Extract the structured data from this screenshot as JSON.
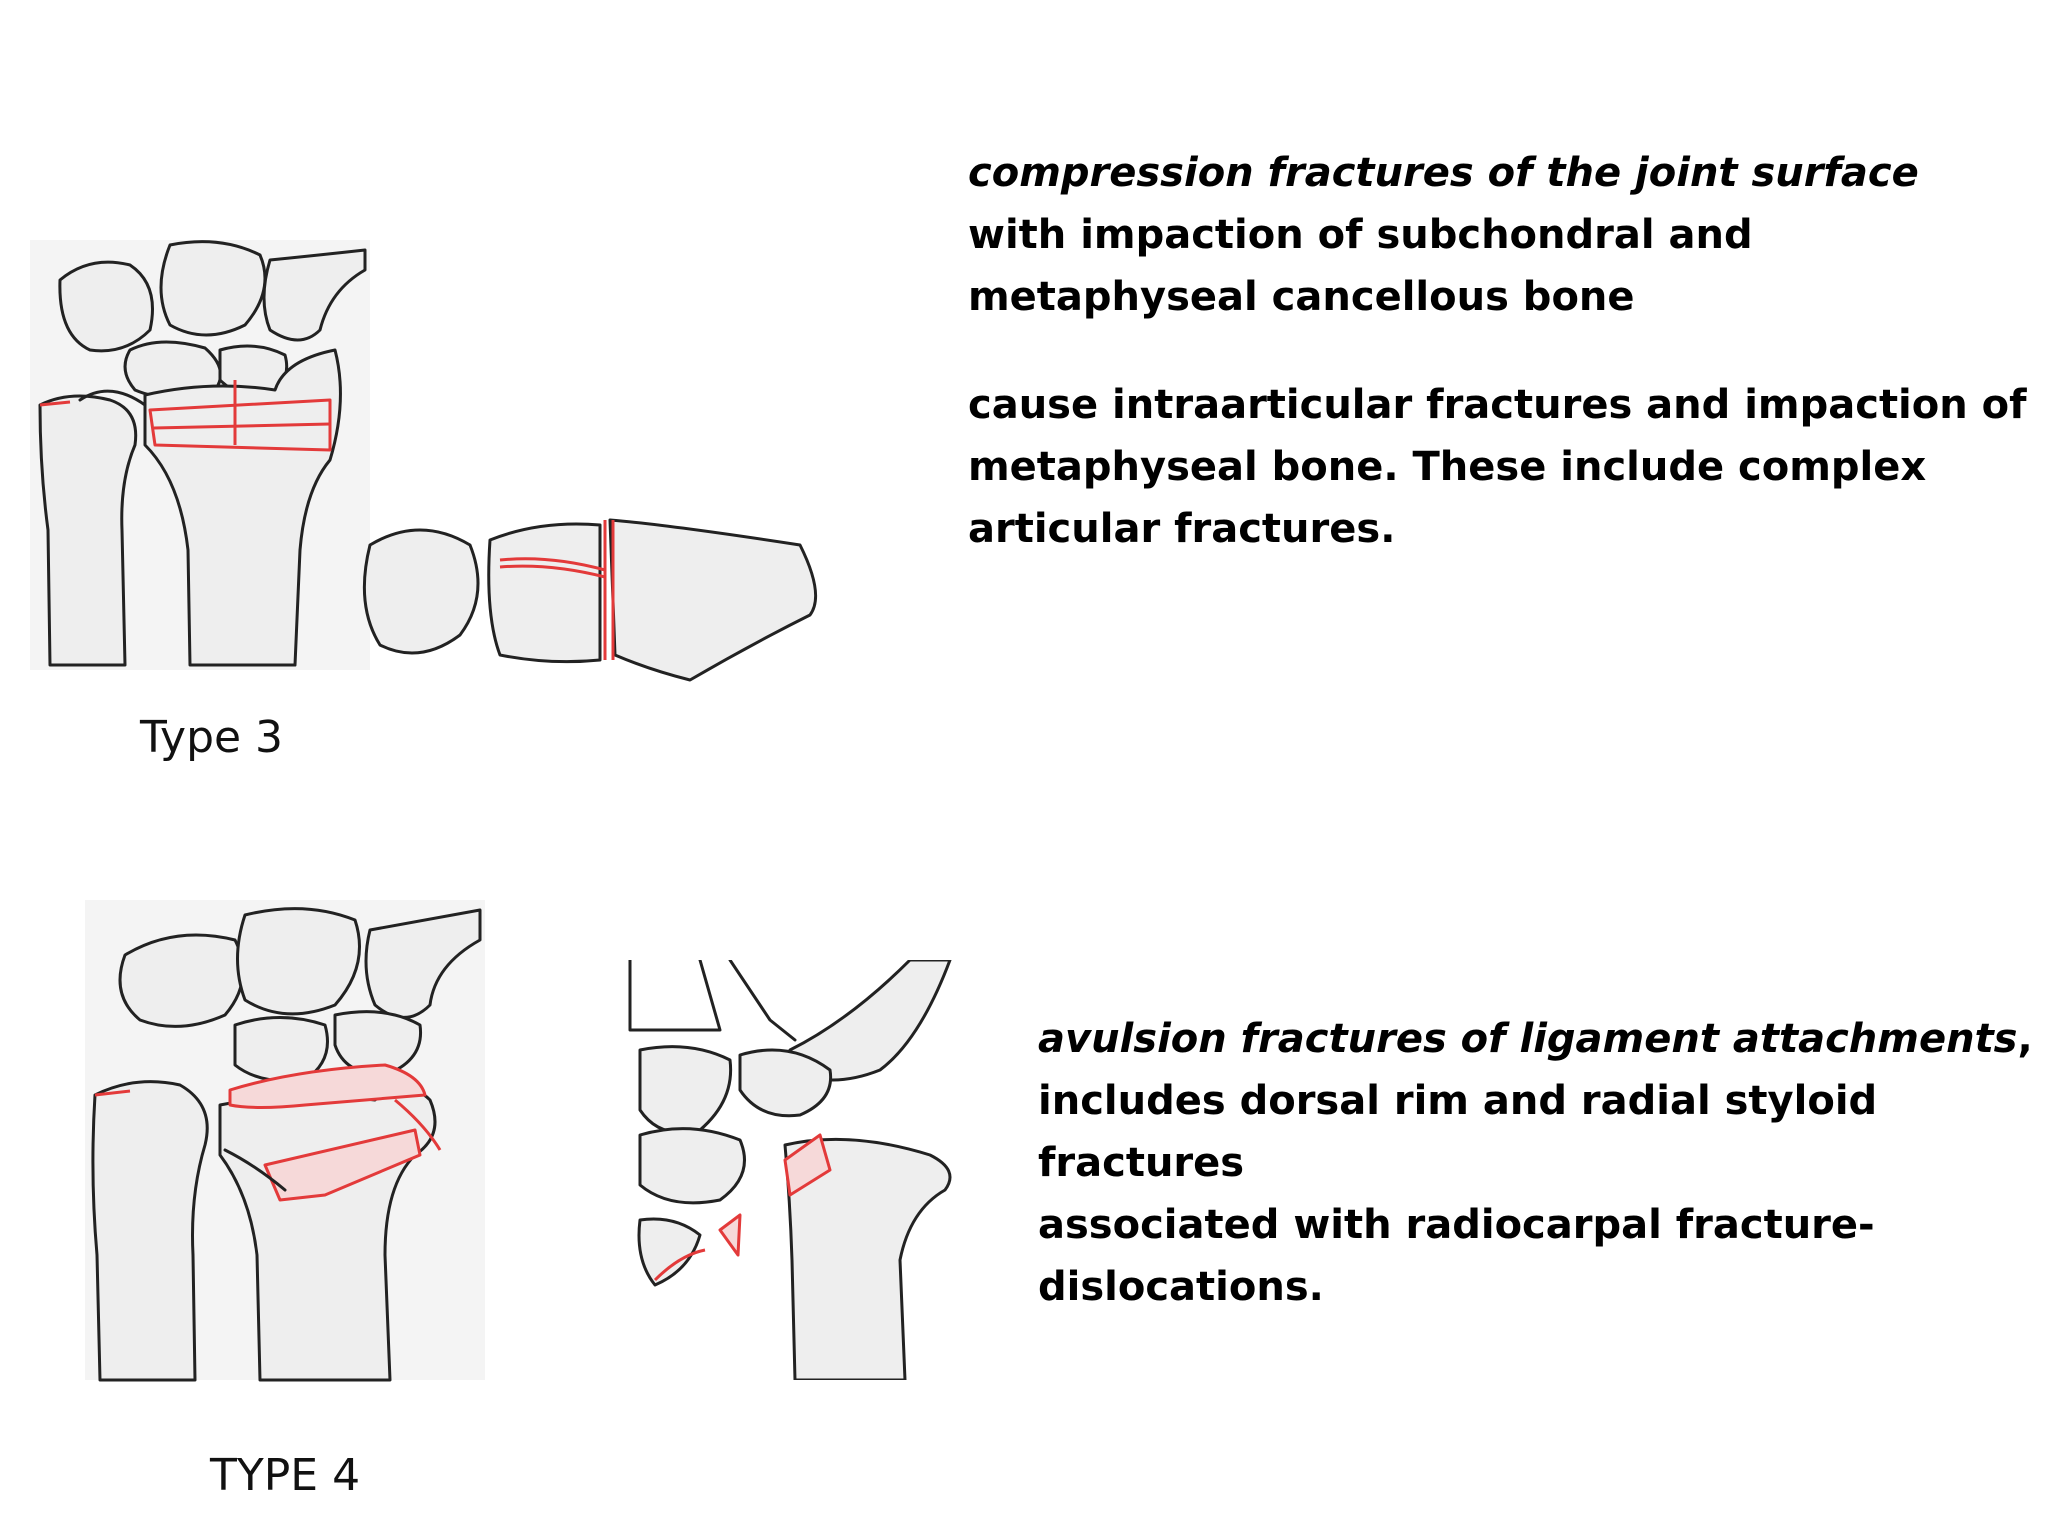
{
  "type3": {
    "caption": "Type 3",
    "heading": "compression fractures of the joint surface",
    "desc_lines": [
      "with impaction of subchondral and",
      "metaphyseal cancellous bone"
    ],
    "para_lines": [
      "cause intraarticular fractures and impaction of",
      "metaphyseal bone. These include complex",
      "articular fractures."
    ]
  },
  "type4": {
    "caption": "TYPE 4",
    "heading": "avulsion fractures of ligament attachments",
    "heading_suffix": ",",
    "desc_lines": [
      "includes dorsal rim and radial styloid fractures",
      "associated with radiocarpal fracture-",
      "dislocations."
    ]
  },
  "colors": {
    "fracture": "#e33a3a",
    "bone_fill": "#eeeeee",
    "outline": "#222222"
  }
}
